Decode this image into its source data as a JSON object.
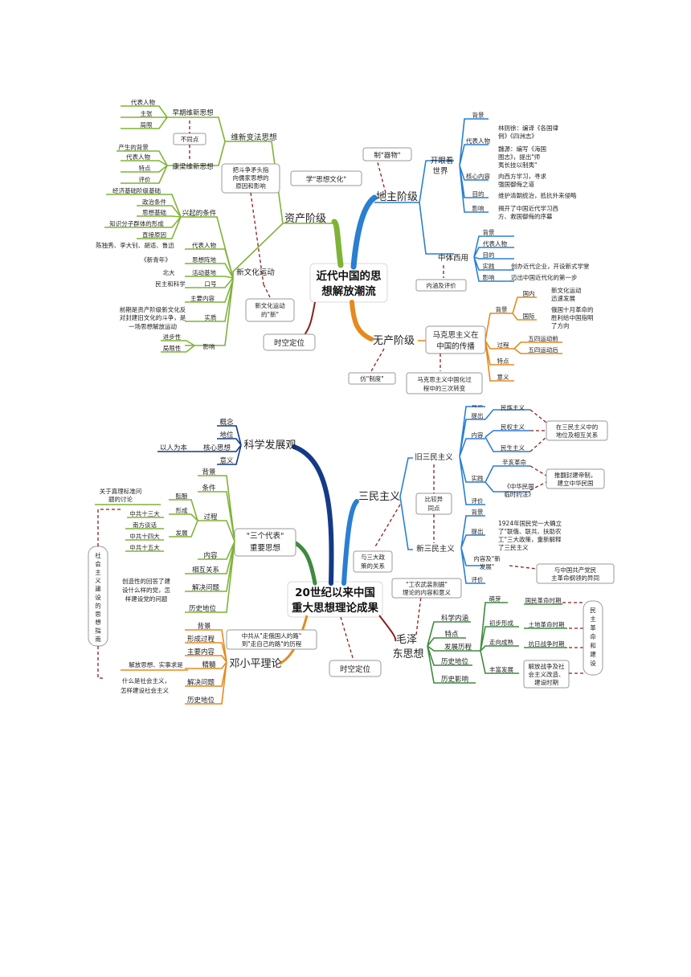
{
  "map1": {
    "center": [
      "近代中国的思",
      "想解放潮流"
    ],
    "time_label": "时空定位",
    "bourgeois": {
      "label": "资产阶级",
      "note": "学\"思想文化\"",
      "reform": {
        "label": "维新变法思想",
        "early": {
          "label": "早期维新思想",
          "items": [
            "代表人物",
            "主张",
            "局限"
          ]
        },
        "diff": "不同点",
        "kl": {
          "label": "康梁维新思想",
          "items": [
            "产生的背景",
            "代表人物",
            "特点",
            "评价"
          ]
        },
        "box": [
          "把斗争矛头指",
          "向儒家思想的",
          "原因和影响"
        ]
      },
      "nca": {
        "label": "新文化运动",
        "rise": {
          "label": "兴起的条件",
          "items": [
            "经济基础阶级基础",
            "政治条件",
            "思想基础",
            "知识分子群体的形成",
            "直接原因"
          ]
        },
        "rows": [
          {
            "k": "代表人物",
            "v": "陈独秀、李大钊、胡适、鲁迅"
          },
          {
            "k": "思想阵地",
            "v": "《新青年》"
          },
          {
            "k": "活动基地",
            "v": "北大"
          },
          {
            "k": "口号",
            "v": "民主和科学"
          }
        ],
        "content": "主要内容",
        "essence": {
          "k": "实质",
          "v": [
            "前期是资产阶级新文化反",
            "对封建旧文化的斗争，是",
            "一场思想解放运动"
          ]
        },
        "influence": {
          "k": "影响",
          "items": [
            "进步性",
            "局限性"
          ]
        },
        "new_box": [
          "新文化运动",
          "的\"新\""
        ]
      }
    },
    "landlord": {
      "label": "地主阶级",
      "note": "制\"器物\"",
      "eyes": {
        "label": [
          "开眼看",
          "世界"
        ],
        "bg": "背景",
        "reps": "代表人物",
        "rep_items": [
          "林则徐：编译《各国律",
          "例》《四洲志》",
          "魏源：编写《海国",
          "图志》，提出\"师",
          "夷长技以制夷\""
        ],
        "core": "核心内容",
        "core_v": [
          "向西方学习，寻求",
          "强国御侮之道"
        ],
        "aim": "目的",
        "aim_v": "维护清朝统治，抵抗外来侵略",
        "impact": "影响",
        "impact_v": [
          "揭开了中国近代学习西",
          "方、救国御侮的序幕"
        ]
      },
      "zt": {
        "label": "中体西用",
        "items": [
          "背景",
          "代表人物",
          "目的",
          "实践",
          "影响"
        ],
        "practice_v": "创办近代企业，开设新式学堂",
        "impact_v": "迈出中国近代化的第一步",
        "note": "内涵及评价"
      }
    },
    "proletariat": {
      "label": "无产阶级",
      "note": "仿\"制度\"",
      "marx": {
        "label": [
          "马克思主义在",
          "中国的传播"
        ],
        "bg": "背景",
        "domestic": "国内",
        "domestic_v": [
          "新文化运动",
          "迅速发展"
        ],
        "intl": "国际",
        "intl_v": [
          "俄国十月革命的",
          "胜利给中国指明",
          "了方向"
        ],
        "process": "过程",
        "process_items": [
          "五四运动前",
          "五四运动后"
        ],
        "feature": "特点",
        "meaning": "意义"
      },
      "sinic_box": [
        "马克思主义中国化过",
        "程中的三次转变"
      ]
    }
  },
  "map2": {
    "center": [
      "20世纪以来中国",
      "重大思想理论成果"
    ],
    "time_label": "时空定位",
    "sci": {
      "label": "科学发展观",
      "items": [
        "概念",
        "地位",
        "核心思想",
        "意义"
      ],
      "core_v": "以人为本"
    },
    "three": {
      "label": [
        "\"三个代表\"",
        "重要思想"
      ],
      "items": [
        "背景",
        "条件",
        "过程",
        "内容",
        "相互关系",
        "解决问题",
        "历史地位"
      ],
      "ferment": "酝酿",
      "ferment_v": [
        "关于真理标准问",
        "题的讨论"
      ],
      "form": "形成",
      "form_v": "中共十三大",
      "develop": "发展",
      "develop_v": [
        "南方谈话",
        "中共十四大",
        "中共十五大"
      ],
      "solve_v": [
        "创造性的回答了建",
        "设什么样的党，怎",
        "样建设党的问题"
      ]
    },
    "deng": {
      "label": "邓小平理论",
      "items": [
        "背景",
        "形成过程",
        "主要内容",
        "精髓",
        "解决问题",
        "历史地位"
      ],
      "essence_v": "解放思想、实事求是",
      "solve_v": [
        "什么是社会主义，",
        "怎样建设社会主义"
      ],
      "path_box": [
        "中共从\"走俄国人的路\"",
        "到\"走自己的路\"的历程"
      ]
    },
    "side_vertical": "社会主义建设的思想指南",
    "sanmin": {
      "label": "三民主义",
      "old": {
        "label": "旧三民主义",
        "items": [
          "背景",
          "提出",
          "内容",
          "实践",
          "评价"
        ],
        "content_items": [
          "民族主义",
          "民权主义",
          "民生主义"
        ],
        "content_box": [
          "在三民主义中的",
          "地位及相互关系"
        ],
        "practice_items": [
          "辛亥革命",
          "《中华民国",
          "临时约法》"
        ],
        "practice_box": [
          "推翻封建帝制，",
          "建立中华民国"
        ]
      },
      "compare": [
        "比较异",
        "同点"
      ],
      "new": {
        "label": "新三民主义",
        "items": [
          "背景",
          "提出",
          "评价"
        ],
        "propose_v": [
          "1924年国民党一大确立",
          "了\"联俄、联共、扶助农",
          "工\"三大政策，重新解释",
          "了三民主义"
        ],
        "content_new": [
          "内容及\"新",
          "发展\""
        ],
        "cpc_box": [
          "与中国共产党民",
          "主革命纲领的异同"
        ]
      },
      "policy_box": [
        "与三大政",
        "策的关系"
      ]
    },
    "mao": {
      "label": [
        "毛泽",
        "东思想"
      ],
      "items": [
        "科学内涵",
        "特点",
        "发展历程",
        "历史地位",
        "历史影响"
      ],
      "stages": [
        {
          "k": "萌芽",
          "v": "国民革命时期"
        },
        {
          "k": "初步形成",
          "v": "土地革命时期"
        },
        {
          "k": "走向成熟",
          "v": "抗日战争时期"
        },
        {
          "k": "丰富发展",
          "v": [
            "解放战争及社",
            "会主义改造、",
            "建设时期"
          ]
        }
      ],
      "side_vertical": "民主革命和建设",
      "theory_box": [
        "\"工农武装割据\"",
        "理论的内容和意义"
      ]
    }
  },
  "colors": {
    "blue": "#2a7fd2",
    "green": "#7fb337",
    "orange": "#e58a1f",
    "dark_red": "#8a1e1e",
    "navy": "#143a86",
    "dark_green": "#3e8a3e"
  }
}
